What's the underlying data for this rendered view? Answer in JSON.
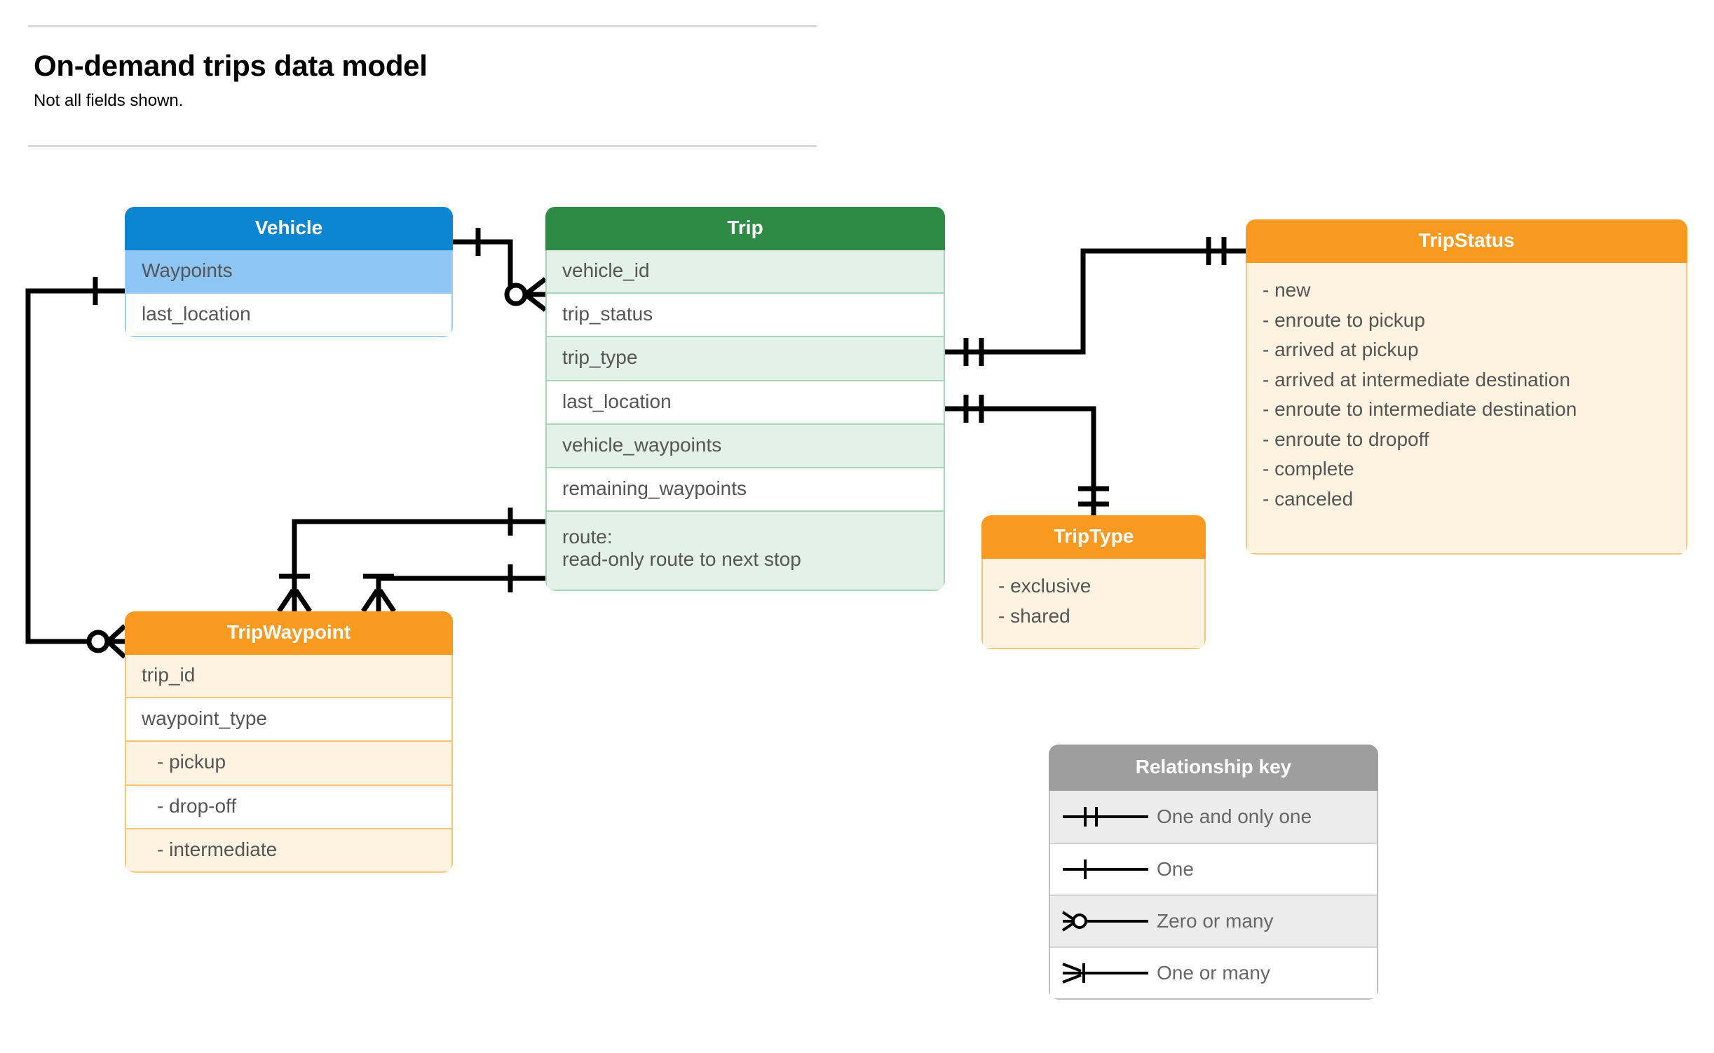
{
  "header": {
    "title": "On-demand trips data model",
    "subtitle": "Not all fields shown."
  },
  "entities": {
    "vehicle": {
      "title": "Vehicle",
      "color": "#0c85d0",
      "rows": [
        {
          "label": "Waypoints"
        },
        {
          "label": "last_location"
        }
      ]
    },
    "trip": {
      "title": "Trip",
      "color": "#2e8b46",
      "rows": [
        {
          "label": "vehicle_id"
        },
        {
          "label": "trip_status"
        },
        {
          "label": "trip_type"
        },
        {
          "label": "last_location"
        },
        {
          "label": "vehicle_waypoints"
        },
        {
          "label": "remaining_waypoints"
        },
        {
          "label": "route:",
          "label2": "read-only route to next stop"
        }
      ]
    },
    "tripstatus": {
      "title": "TripStatus",
      "color": "#f89a20",
      "values": [
        "- new",
        "- enroute to pickup",
        "- arrived at pickup",
        "- arrived at intermediate destination",
        "- enroute to intermediate destination",
        "- enroute to dropoff",
        "- complete",
        "- canceled"
      ]
    },
    "triptype": {
      "title": "TripType",
      "color": "#f89a20",
      "values": [
        "- exclusive",
        "- shared"
      ]
    },
    "tripwaypoint": {
      "title": "TripWaypoint",
      "color": "#f89a20",
      "rows": [
        {
          "label": "trip_id"
        },
        {
          "label": "waypoint_type"
        },
        {
          "label": "-  pickup"
        },
        {
          "label": "-  drop-off"
        },
        {
          "label": "-  intermediate"
        }
      ]
    }
  },
  "legend": {
    "title": "Relationship key",
    "items": [
      {
        "symbol": "one-and-only-one",
        "label": "One and only one"
      },
      {
        "symbol": "one",
        "label": "One"
      },
      {
        "symbol": "zero-or-many",
        "label": "Zero or many"
      },
      {
        "symbol": "one-or-many",
        "label": "One or many"
      }
    ]
  },
  "relationships": [
    {
      "from": "Vehicle",
      "to": "Trip.vehicle_id",
      "from_cardinality": "One",
      "to_cardinality": "Zero or many"
    },
    {
      "from": "Vehicle.Waypoints",
      "to": "TripWaypoint",
      "from_cardinality": "One",
      "to_cardinality": "Zero or many"
    },
    {
      "from": "Trip.trip_status",
      "to": "TripStatus",
      "from_cardinality": "One and only one",
      "to_cardinality": "One and only one"
    },
    {
      "from": "Trip.trip_type",
      "to": "TripType",
      "from_cardinality": "One and only one",
      "to_cardinality": "One and only one"
    },
    {
      "from": "Trip.vehicle_waypoints",
      "to": "TripWaypoint",
      "from_cardinality": "One",
      "to_cardinality": "One or many"
    },
    {
      "from": "Trip.remaining_waypoints",
      "to": "TripWaypoint",
      "from_cardinality": "One",
      "to_cardinality": "One or many"
    }
  ]
}
